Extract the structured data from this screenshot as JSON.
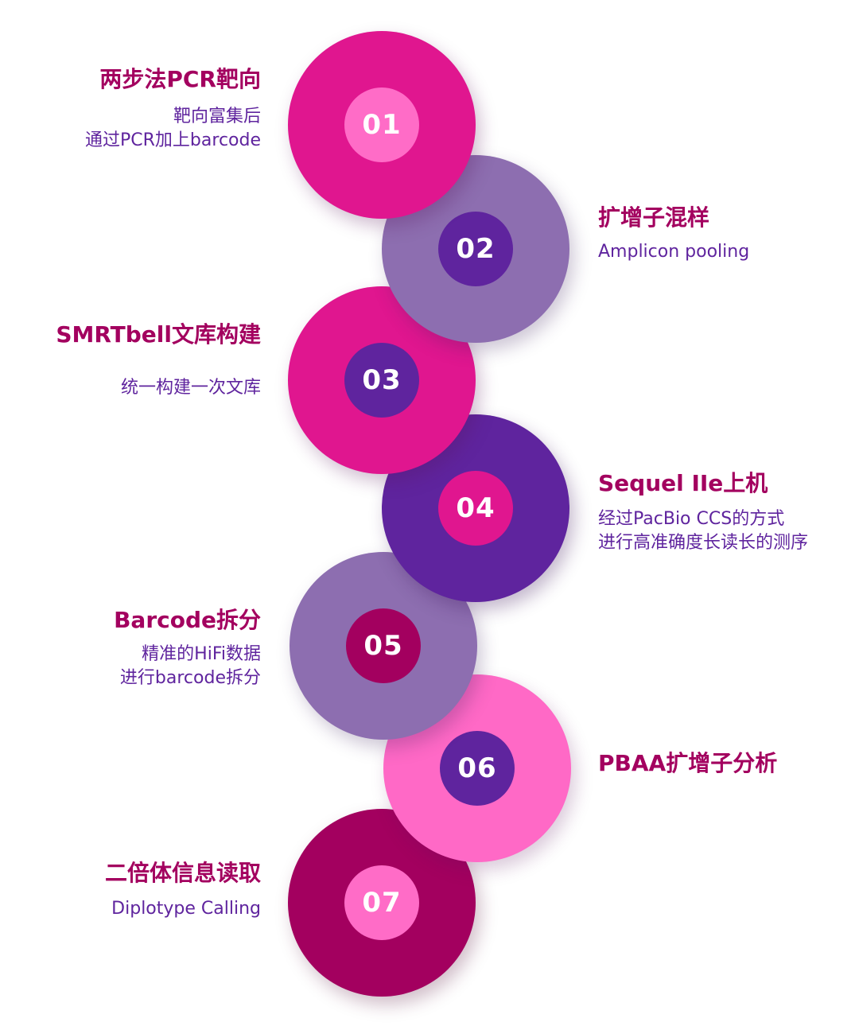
{
  "steps": [
    {
      "number": "01",
      "title": "两步法PCR靶向",
      "desc_lines": [
        "靶向富集后",
        "通过PCR加上barcode"
      ]
    },
    {
      "number": "02",
      "title": "扩增子混样",
      "desc_lines": [
        "Amplicon pooling"
      ]
    },
    {
      "number": "03",
      "title": "SMRTbell文库构建",
      "desc_lines": [
        "统一构建一次文库"
      ]
    },
    {
      "number": "04",
      "title": "Sequel IIe上机",
      "desc_lines": [
        "经过PacBio CCS的方式",
        "进行高准确度长读长的测序"
      ]
    },
    {
      "number": "05",
      "title": "Barcode拆分",
      "desc_lines": [
        "精准的HiFi数据",
        "进行barcode拆分"
      ]
    },
    {
      "number": "06",
      "title": "PBAA扩增子分析",
      "desc_lines": []
    },
    {
      "number": "07",
      "title": "二倍体信息读取",
      "desc_lines": [
        "Diplotype Calling"
      ]
    }
  ],
  "colors": {
    "magenta": "#e0168f",
    "lavender": "#8d6eb0",
    "purple": "#5f249e",
    "pink": "#ff69c6",
    "berry": "#a3005f",
    "title_text": "#a3005f",
    "desc_text": "#5f249e"
  }
}
